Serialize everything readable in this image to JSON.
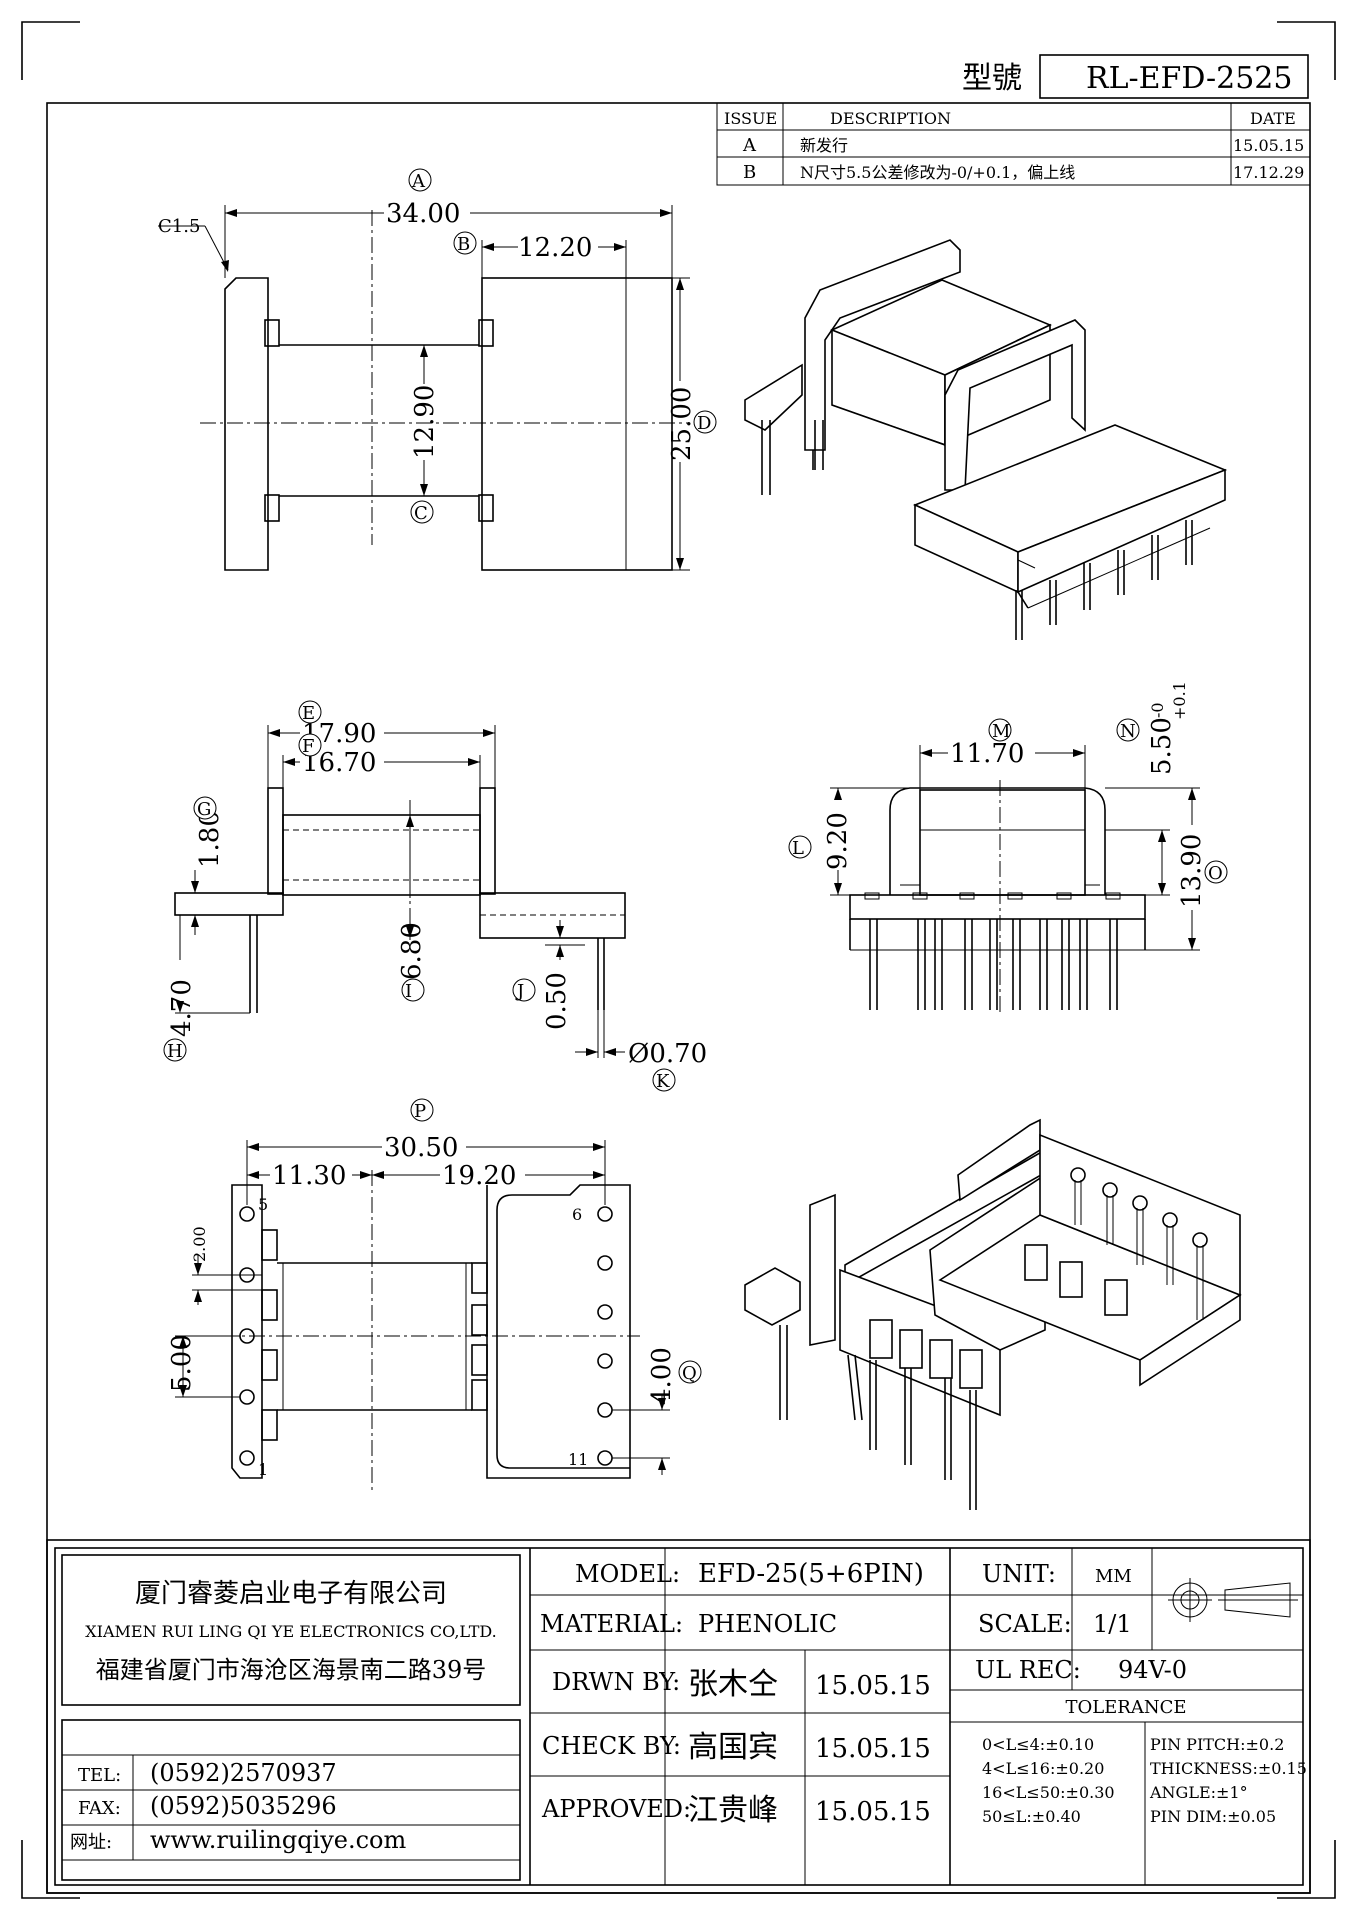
{
  "header": {
    "model_label": "型號",
    "model_value": "RL-EFD-2525"
  },
  "revisions": {
    "headers": [
      "ISSUE",
      "DESCRIPTION",
      "DATE"
    ],
    "rows": [
      {
        "issue": "A",
        "description": "新发行",
        "date": "15.05.15"
      },
      {
        "issue": "B",
        "description": "N尺寸5.5公差修改为-0/+0.1，偏上线",
        "date": "17.12.29"
      }
    ]
  },
  "top_view": {
    "chamfer": "C1.5",
    "dim_a": "34.00",
    "label_a": "A",
    "dim_b": "12.20",
    "label_b": "B",
    "dim_c": "12.90",
    "label_c": "C",
    "dim_d": "25.00",
    "label_d": "D"
  },
  "side_view": {
    "dim_e": "17.90",
    "label_e": "E",
    "dim_f": "16.70",
    "label_f": "F",
    "dim_g": "1.80",
    "label_g": "G",
    "dim_h": "4.70",
    "label_h": "H",
    "dim_i": "6.80",
    "label_i": "I",
    "dim_j": "0.50",
    "label_j": "J",
    "dim_k": "Ø0.70",
    "label_k": "K"
  },
  "front_view": {
    "dim_m": "11.70",
    "label_m": "M",
    "dim_n": "5.50",
    "dim_n_tol_upper": "+0.1",
    "dim_n_tol_lower": "-0",
    "label_n": "N",
    "dim_l": "9.20",
    "label_l": "L",
    "dim_o": "13.90",
    "label_o": "O"
  },
  "bottom_view": {
    "dim_p": "30.50",
    "label_p": "P",
    "dim_p1": "11.30",
    "dim_p2": "19.20",
    "dim_pitch_small": "2.00",
    "dim_pitch_left": "5.00",
    "dim_q": "4.00",
    "label_q": "Q",
    "pin_labels": [
      "5",
      "1",
      "6",
      "11"
    ]
  },
  "title_block": {
    "company_cn": "厦门睿菱启业电子有限公司",
    "company_en": "XIAMEN RUI LING QI YE ELECTRONICS CO,LTD.",
    "address": "福建省厦门市海沧区海景南二路39号",
    "tel_label": "TEL:",
    "tel": "(0592)2570937",
    "fax_label": "FAX:",
    "fax": "(0592)5035296",
    "web_label": "网址:",
    "web": "www.ruilingqiye.com",
    "model_label": "MODEL:",
    "model": "EFD-25(5+6PIN)",
    "material_label": "MATERIAL:",
    "material": "PHENOLIC",
    "drawn_label": "DRWN BY:",
    "drawn_name": "张木仝",
    "drawn_date": "15.05.15",
    "check_label": "CHECK BY:",
    "check_name": "高国宾",
    "check_date": "15.05.15",
    "approved_label": "APPROVED:",
    "approved_name": "江贵峰",
    "approved_date": "15.05.15",
    "unit_label": "UNIT:",
    "unit": "MM",
    "scale_label": "SCALE:",
    "scale": "1/1",
    "ul_label": "UL REC:",
    "ul": "94V-0",
    "tolerance_title": "TOLERANCE",
    "tolerances_left": [
      "0<L≤4:±0.10",
      "4<L≤16:±0.20",
      "16<L≤50:±0.30",
      "50≤L:±0.40"
    ],
    "tolerances_right": [
      "PIN PITCH:±0.2",
      "THICKNESS:±0.15",
      "ANGLE:±1°",
      "PIN DIM:±0.05"
    ]
  }
}
